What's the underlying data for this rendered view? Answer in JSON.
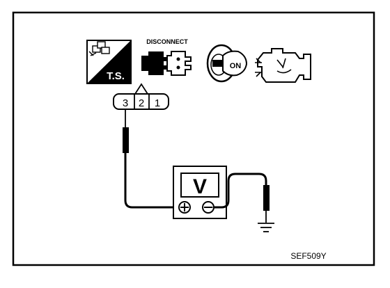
{
  "header": {
    "tool_label": "T.S.",
    "disconnect_label": "DISCONNECT",
    "ignition_label": "ON"
  },
  "connector": {
    "pins": [
      "3",
      "2",
      "1"
    ]
  },
  "meter": {
    "display": "V",
    "positive_symbol": "+",
    "negative_symbol": "−"
  },
  "figure_code": "SEF509Y",
  "icons": [
    "tool-icon",
    "disconnect-connector-icon",
    "ignition-key-icon",
    "engine-icon",
    "ground-icon"
  ]
}
